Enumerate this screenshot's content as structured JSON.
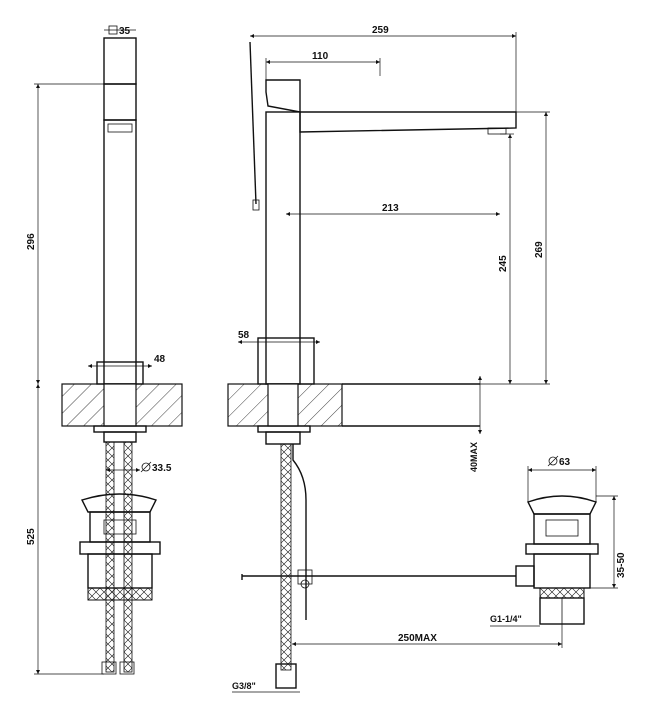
{
  "dimensions": {
    "square_35": "35",
    "height_296": "296",
    "width_48": "48",
    "diameter_33_5": "33.5",
    "height_525": "525",
    "length_259": "259",
    "length_110": "110",
    "length_213": "213",
    "height_245": "245",
    "height_269": "269",
    "width_58": "58",
    "max_40": "40MAX",
    "diameter_63": "63",
    "range_35_50": "35-50",
    "thread_g1": "G1-1/4\"",
    "max_250": "250MAX",
    "thread_g3_8": "G3/8\""
  }
}
